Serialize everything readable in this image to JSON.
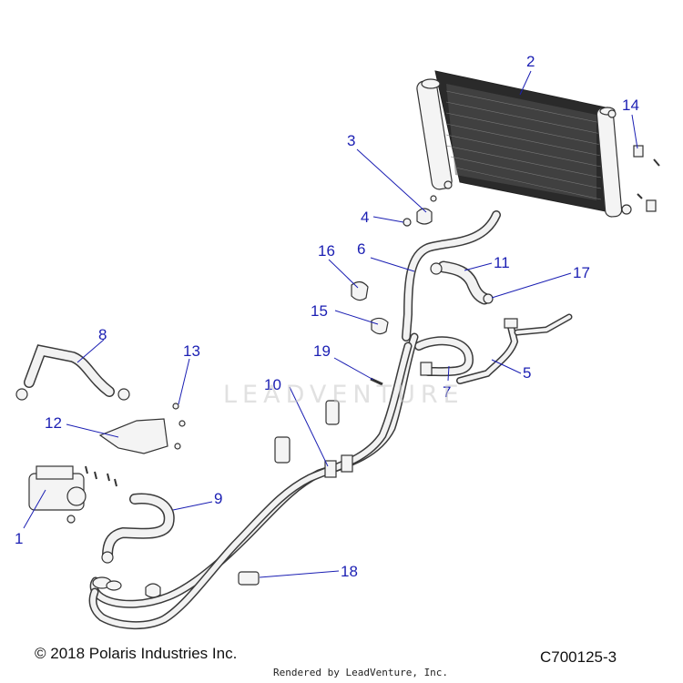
{
  "diagram": {
    "copyright": "© 2018 Polaris Industries Inc.",
    "figure_id": "C700125-3",
    "rendered_by": "Rendered by LeadVenture, Inc.",
    "watermark": "LEADVENTURE",
    "callouts": [
      "1",
      "2",
      "3",
      "4",
      "5",
      "6",
      "7",
      "8",
      "9",
      "10",
      "11",
      "12",
      "13",
      "14",
      "15",
      "16",
      "17",
      "18",
      "19"
    ],
    "callout_color": "#1b1fb3"
  }
}
